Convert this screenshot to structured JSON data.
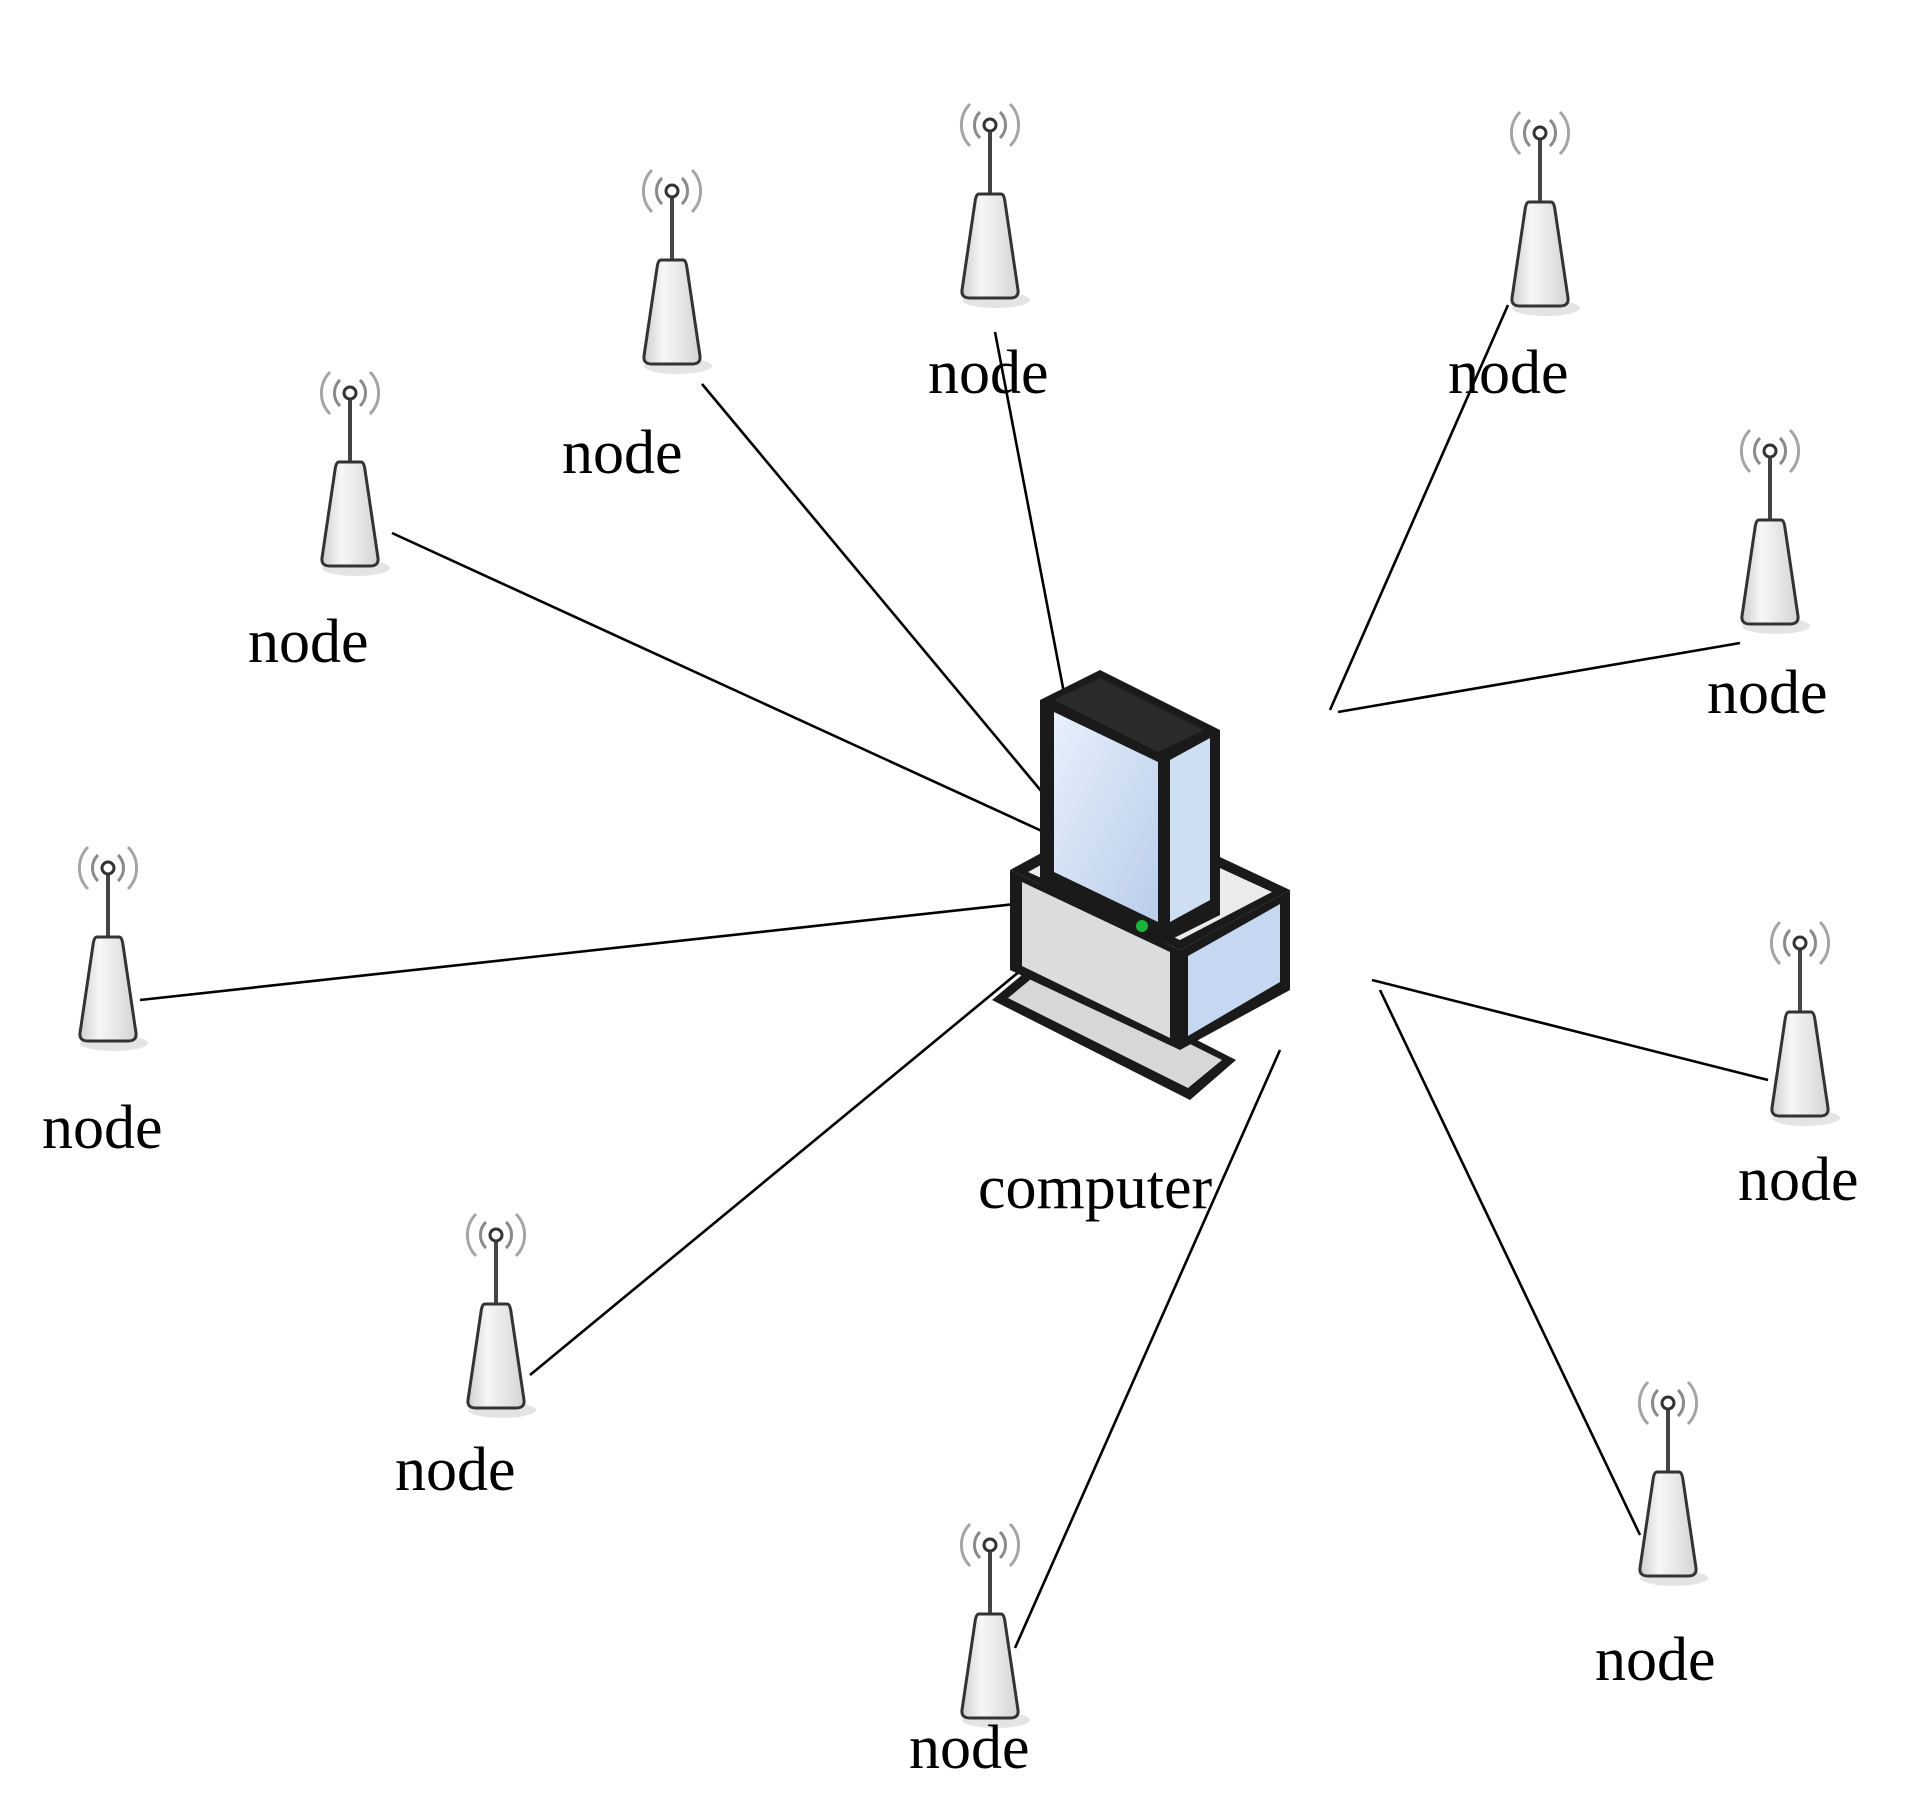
{
  "diagram": {
    "hub": {
      "label": "computer",
      "icon": "desktop-computer-icon"
    },
    "nodes": [
      {
        "label": "node",
        "icon": "wireless-antenna-icon"
      },
      {
        "label": "node",
        "icon": "wireless-antenna-icon"
      },
      {
        "label": "node",
        "icon": "wireless-antenna-icon"
      },
      {
        "label": "node",
        "icon": "wireless-antenna-icon"
      },
      {
        "label": "node",
        "icon": "wireless-antenna-icon"
      },
      {
        "label": "node",
        "icon": "wireless-antenna-icon"
      },
      {
        "label": "node",
        "icon": "wireless-antenna-icon"
      },
      {
        "label": "node",
        "icon": "wireless-antenna-icon"
      },
      {
        "label": "node",
        "icon": "wireless-antenna-icon"
      },
      {
        "label": "node",
        "icon": "wireless-antenna-icon"
      }
    ],
    "colors": {
      "line": "#000000",
      "antenna_body": "#e8e8e8",
      "screen": "#cddcf2",
      "power_led": "#1db33a"
    }
  }
}
